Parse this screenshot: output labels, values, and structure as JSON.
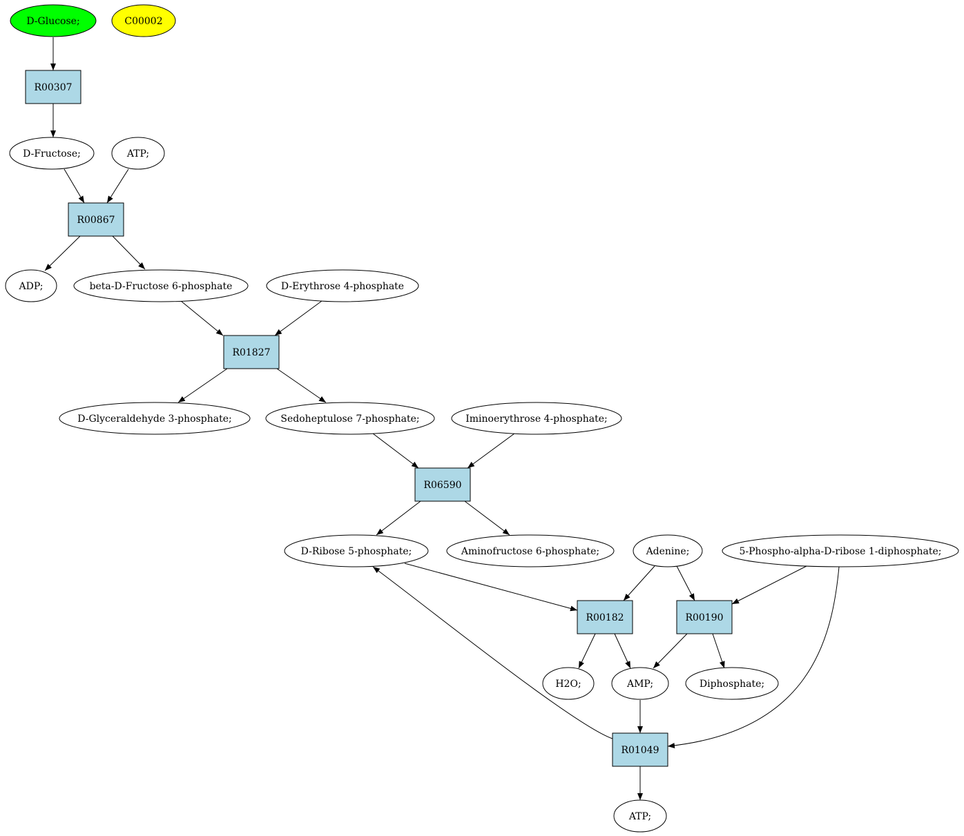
{
  "colors": {
    "start_compound": "#00ff00",
    "target_compound": "#ffff00",
    "compound": "#ffffff",
    "reaction": "#add8e6",
    "stroke": "#000000"
  },
  "nodes": {
    "glucose": {
      "label": "D-Glucose;",
      "kind": "compound",
      "fill": "start_compound"
    },
    "c00002": {
      "label": "C00002",
      "kind": "compound",
      "fill": "target_compound"
    },
    "r00307": {
      "label": "R00307",
      "kind": "reaction"
    },
    "fructose": {
      "label": "D-Fructose;",
      "kind": "compound"
    },
    "atp1": {
      "label": "ATP;",
      "kind": "compound"
    },
    "r00867": {
      "label": "R00867",
      "kind": "reaction"
    },
    "adp": {
      "label": "ADP;",
      "kind": "compound"
    },
    "bdf6p": {
      "label": "beta-D-Fructose 6-phosphate",
      "kind": "compound"
    },
    "de4p": {
      "label": "D-Erythrose 4-phosphate",
      "kind": "compound"
    },
    "r01827": {
      "label": "R01827",
      "kind": "reaction"
    },
    "dg3p": {
      "label": "D-Glyceraldehyde 3-phosphate;",
      "kind": "compound"
    },
    "s7p": {
      "label": "Sedoheptulose 7-phosphate;",
      "kind": "compound"
    },
    "ie4p": {
      "label": "Iminoerythrose 4-phosphate;",
      "kind": "compound"
    },
    "r06590": {
      "label": "R06590",
      "kind": "reaction"
    },
    "dr5p": {
      "label": "D-Ribose 5-phosphate;",
      "kind": "compound"
    },
    "af6p": {
      "label": "Aminofructose 6-phosphate;",
      "kind": "compound"
    },
    "adenine": {
      "label": "Adenine;",
      "kind": "compound"
    },
    "prpp": {
      "label": "5-Phospho-alpha-D-ribose 1-diphosphate;",
      "kind": "compound"
    },
    "r00182": {
      "label": "R00182",
      "kind": "reaction"
    },
    "r00190": {
      "label": "R00190",
      "kind": "reaction"
    },
    "h2o": {
      "label": "H2O;",
      "kind": "compound"
    },
    "amp": {
      "label": "AMP;",
      "kind": "compound"
    },
    "diphosphate": {
      "label": "Diphosphate;",
      "kind": "compound"
    },
    "r01049": {
      "label": "R01049",
      "kind": "reaction"
    },
    "atp2": {
      "label": "ATP;",
      "kind": "compound"
    }
  },
  "edges": [
    {
      "from": "glucose",
      "to": "r00307"
    },
    {
      "from": "r00307",
      "to": "fructose"
    },
    {
      "from": "fructose",
      "to": "r00867"
    },
    {
      "from": "atp1",
      "to": "r00867"
    },
    {
      "from": "r00867",
      "to": "adp"
    },
    {
      "from": "r00867",
      "to": "bdf6p"
    },
    {
      "from": "bdf6p",
      "to": "r01827"
    },
    {
      "from": "de4p",
      "to": "r01827"
    },
    {
      "from": "r01827",
      "to": "dg3p"
    },
    {
      "from": "r01827",
      "to": "s7p"
    },
    {
      "from": "s7p",
      "to": "r06590"
    },
    {
      "from": "ie4p",
      "to": "r06590"
    },
    {
      "from": "r06590",
      "to": "dr5p"
    },
    {
      "from": "r06590",
      "to": "af6p"
    },
    {
      "from": "dr5p",
      "to": "r00182"
    },
    {
      "from": "adenine",
      "to": "r00182"
    },
    {
      "from": "adenine",
      "to": "r00190"
    },
    {
      "from": "prpp",
      "to": "r00190"
    },
    {
      "from": "r00182",
      "to": "h2o"
    },
    {
      "from": "r00182",
      "to": "amp"
    },
    {
      "from": "r00190",
      "to": "amp"
    },
    {
      "from": "r00190",
      "to": "diphosphate"
    },
    {
      "from": "amp",
      "to": "r01049"
    },
    {
      "from": "prpp",
      "to": "r01049"
    },
    {
      "from": "r01049",
      "to": "dr5p"
    },
    {
      "from": "r01049",
      "to": "atp2"
    }
  ]
}
